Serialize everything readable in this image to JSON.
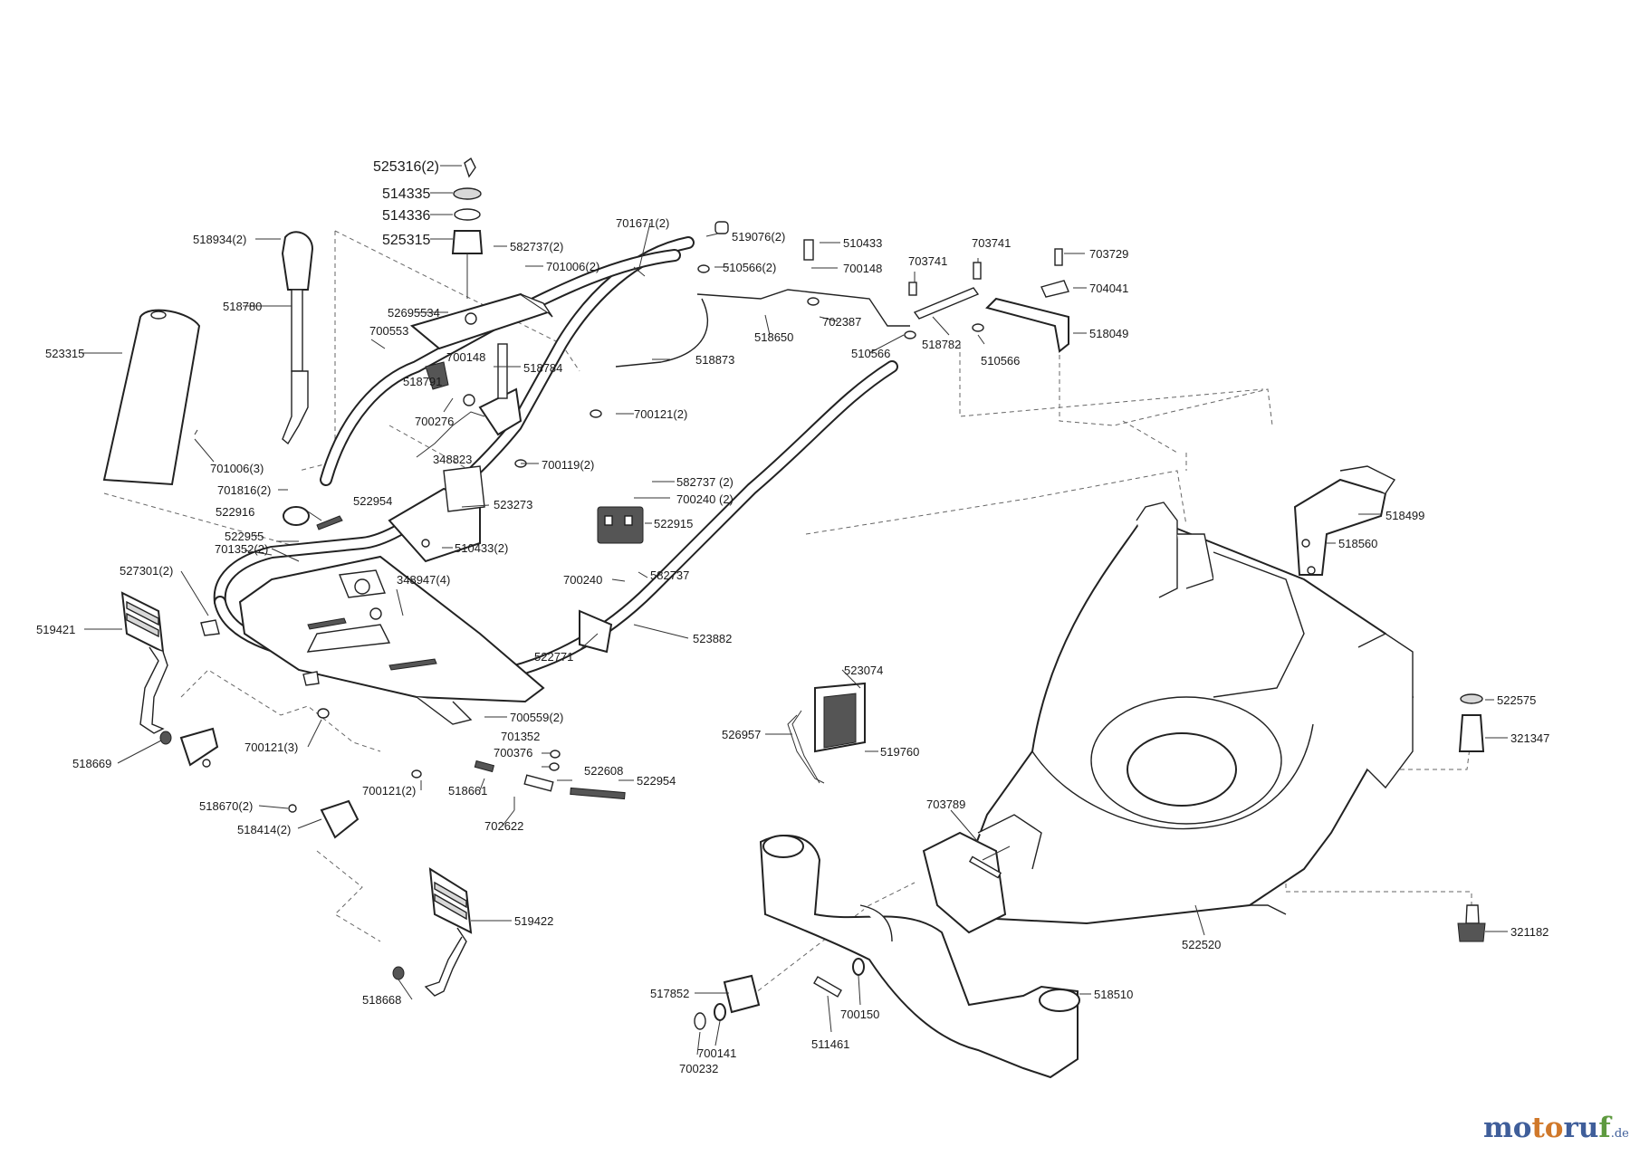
{
  "labels": {
    "l01": "525316(2)",
    "l02": "514335",
    "l03": "514336",
    "l04": "525315",
    "l05": "518934(2)",
    "l06": "582737(2)",
    "l07": "701006(2)",
    "l08": "518780",
    "l09": "52695534",
    "l10": "700553",
    "l11": "523315",
    "l12": "700148",
    "l13": "518784",
    "l14": "518791",
    "l15": "700276",
    "l16": "348823",
    "l17": "701006(3)",
    "l18": "701816(2)",
    "l19": "522916",
    "l20": "522954",
    "l21": "522955",
    "l22": "701352(2)",
    "l23": "523273",
    "l24": "510433(2)",
    "l25": "527301(2)",
    "l26": "348947(4)",
    "l27": "519421",
    "l28": "701671(2)",
    "l29": "519076(2)",
    "l30": "510566(2)",
    "l31": "518873",
    "l32": "700121(2)",
    "l33": "700119(2)",
    "l34": "582737 (2)",
    "l35": "700240 (2)",
    "l36": "522915",
    "l37": "700240",
    "l38": "582737",
    "l39": "522771",
    "l40": "523882",
    "l41": "510433",
    "l42": "700148",
    "l43": "518650",
    "l44": "702387",
    "l45": "703741",
    "l46": "703741",
    "l47": "510566",
    "l48": "518782",
    "l49": "510566",
    "l50": "703729",
    "l51": "704041",
    "l52": "518049",
    "l53": "518499",
    "l54": "518560",
    "l55": "518669",
    "l56": "700121(3)",
    "l57": "700559(2)",
    "l58": "701352",
    "l59": "700376",
    "l60": "522608",
    "l61": "522954",
    "l62": "700121(2)",
    "l63": "518661",
    "l64": "702622",
    "l65": "518670(2)",
    "l66": "518414(2)",
    "l67": "519422",
    "l68": "518668",
    "l69": "523074",
    "l70": "526957",
    "l71": "519760",
    "l72": "703789",
    "l73": "522575",
    "l74": "321347",
    "l75": "321182",
    "l76": "522520",
    "l77": "517852",
    "l78": "700141",
    "l79": "700232",
    "l80": "511461",
    "l81": "700150",
    "l82": "518510"
  },
  "brand": {
    "part1": "mo",
    "part2": "to",
    "part3": "ru",
    "part4": "f",
    "tld": ".de"
  }
}
